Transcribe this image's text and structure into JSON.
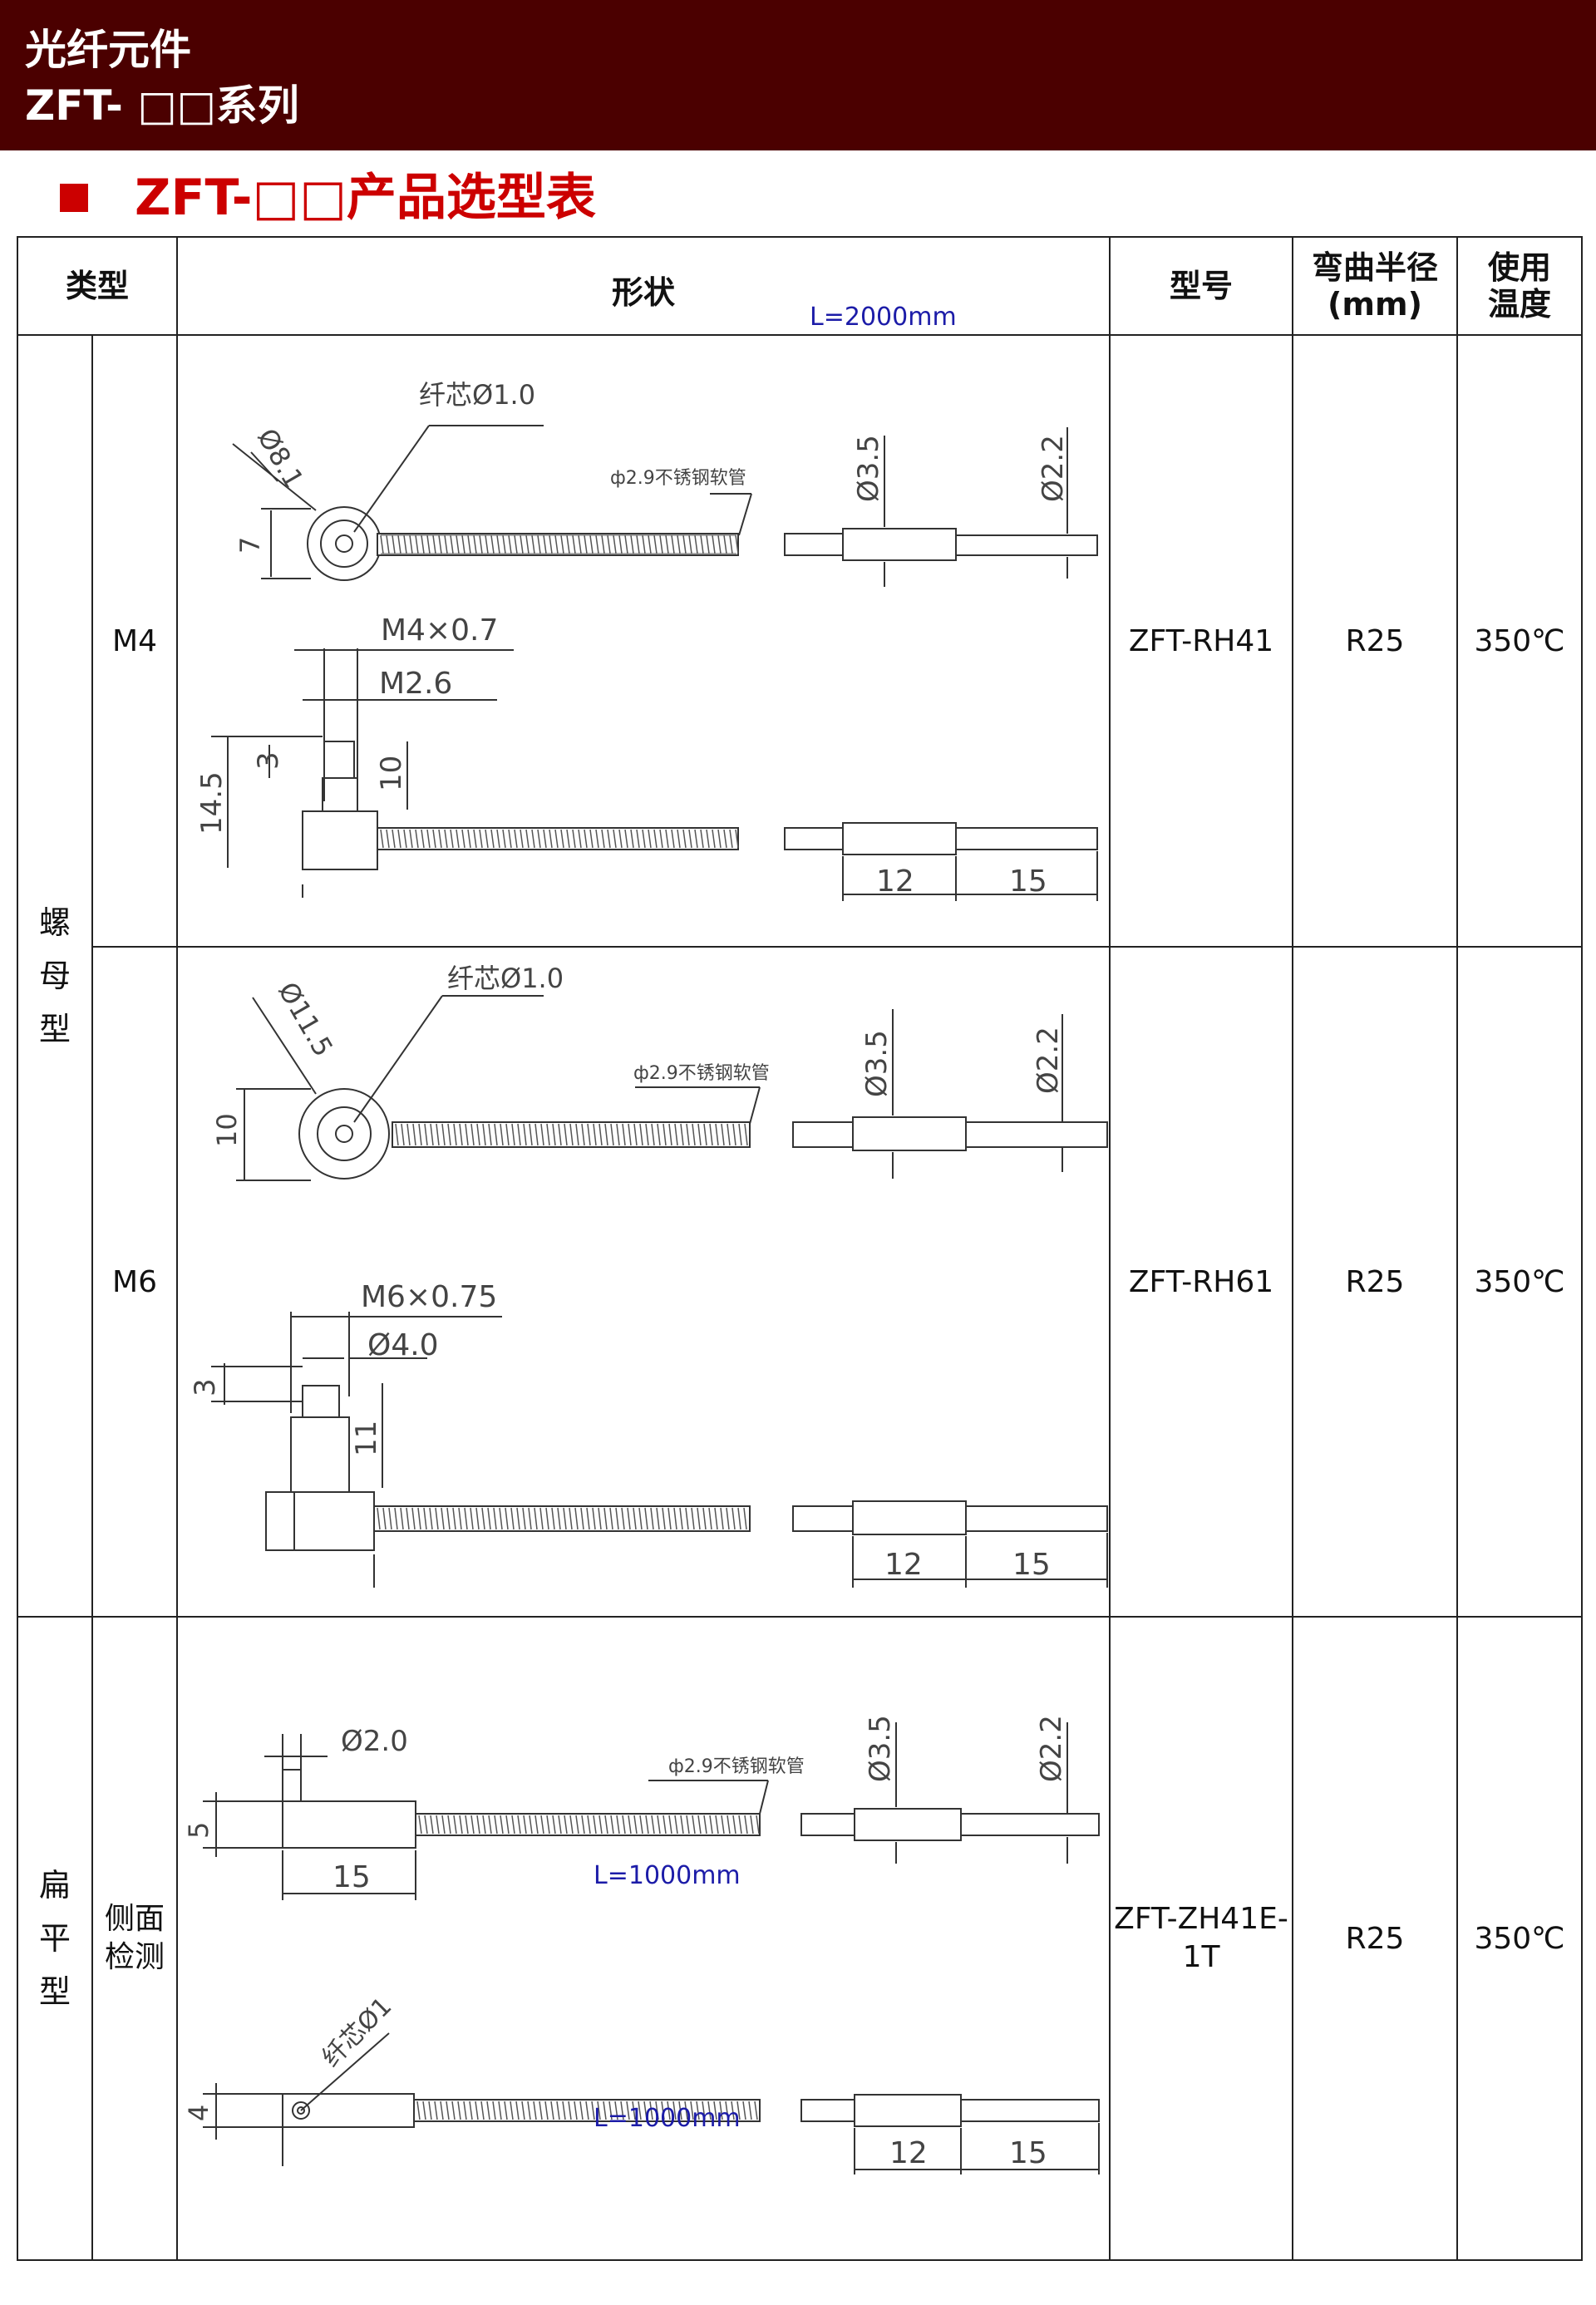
{
  "header": {
    "title": "光纤元件",
    "subtitle": "ZFT- □□系列"
  },
  "section": {
    "title": "ZFT-□□产品选型表"
  },
  "table": {
    "headers": {
      "type": "类型",
      "shape": "形状",
      "length_note": "L=2000mm",
      "model": "型号",
      "bend_radius": "弯曲半径\n(mm)",
      "temperature": "使用\n温度"
    },
    "groups": [
      {
        "name": "螺母型",
        "rows": [
          {
            "subtype": "M4",
            "model": "ZFT-RH41",
            "bend_radius": "R25",
            "temperature": "350℃",
            "drawing": {
              "fiber_core": "纤芯Ø1.0",
              "nut_dia": "Ø8.1",
              "nut_height": "7",
              "tube": "ф2.9不锈钢软管",
              "sleeve_dia": "Ø3.5",
              "tip_dia": "Ø2.2",
              "thread": "M4×0.7",
              "inner": "M2.6",
              "total_height": "14.5",
              "tip_len": "3",
              "thread_len": "10",
              "sleeve_len": "12",
              "tip_len2": "15"
            }
          },
          {
            "subtype": "M6",
            "model": "ZFT-RH61",
            "bend_radius": "R25",
            "temperature": "350℃",
            "drawing": {
              "fiber_core": "纤芯Ø1.0",
              "nut_dia": "Ø11.5",
              "nut_height": "10",
              "tube": "ф2.9不锈钢软管",
              "sleeve_dia": "Ø3.5",
              "tip_dia": "Ø2.2",
              "thread": "M6×0.75",
              "inner": "Ø4.0",
              "tip_len": "3",
              "thread_len": "11",
              "sleeve_len": "12",
              "tip_len2": "15"
            }
          }
        ]
      },
      {
        "name": "扁平型",
        "rows": [
          {
            "subtype": "侧面\n检测",
            "model": "ZFT-ZH41E-\n1T",
            "bend_radius": "R25",
            "temperature": "350℃",
            "drawing": {
              "pin_dia": "Ø2.0",
              "height": "5",
              "body_len": "15",
              "tube": "ф2.9不锈钢软管",
              "length1": "L=1000mm",
              "length2": "L=1000mm",
              "fiber_core": "纤芯Ø1",
              "side_h": "4",
              "sleeve_dia": "Ø3.5",
              "tip_dia": "Ø2.2",
              "sleeve_len": "12",
              "tip_len2": "15"
            }
          }
        ]
      }
    ]
  },
  "colors": {
    "header_bg": "#4b0000",
    "accent": "#cc0000",
    "note_blue": "#1c1ca8"
  }
}
